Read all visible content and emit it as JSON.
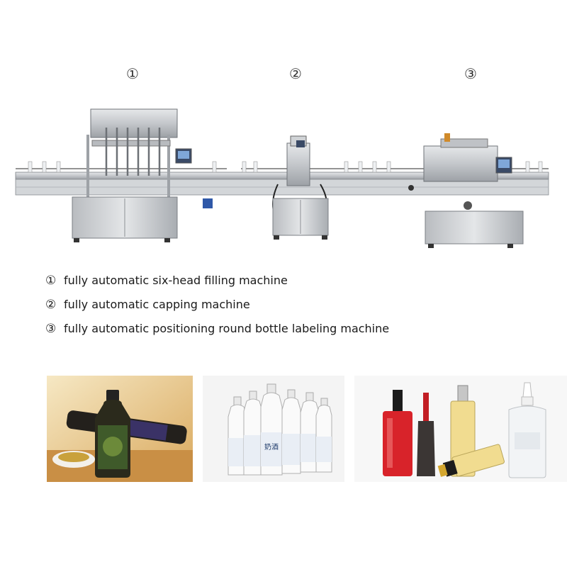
{
  "markers": [
    "①",
    "②",
    "③"
  ],
  "captions": [
    {
      "num": "①",
      "text": "fully automatic six-head filling machine"
    },
    {
      "num": "②",
      "text": "fully automatic capping machine"
    },
    {
      "num": "③",
      "text": "fully automatic positioning round bottle labeling machine"
    }
  ],
  "bottle_label_text": "奶酒",
  "colors": {
    "steel": "#c9ccd0",
    "steel_dark": "#8d9196",
    "sauce_bg": "#e9c886",
    "nail_red": "#d8232a",
    "oil_yellow": "#f1dc90"
  }
}
